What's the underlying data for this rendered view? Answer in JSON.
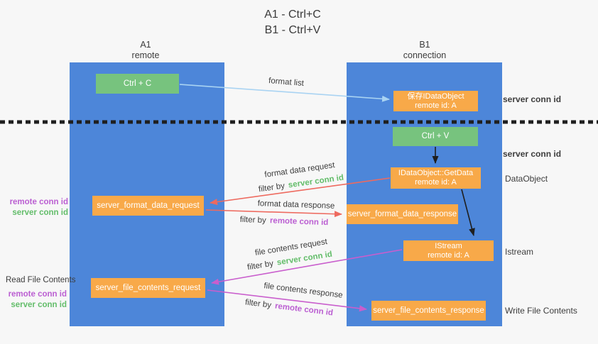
{
  "title": {
    "line1": "A1 - Ctrl+C",
    "line2": "B1 - Ctrl+V"
  },
  "lifelines": {
    "left": {
      "name": "A1",
      "role": "remote"
    },
    "right": {
      "name": "B1",
      "role": "connection"
    }
  },
  "boxes": {
    "ctrl_c": {
      "label": "Ctrl + C"
    },
    "save_dataobject": {
      "line1": "保存IDataObject",
      "line2": "remote id: A"
    },
    "ctrl_v": {
      "label": "Ctrl + V"
    },
    "getdata": {
      "line1": "IDataObject::GetData",
      "line2": "remote id: A"
    },
    "format_request": {
      "label": "server_format_data_request"
    },
    "format_response": {
      "label": "server_format_data_response"
    },
    "istream": {
      "line1": "IStream",
      "line2": "remote id: A"
    },
    "file_request": {
      "label": "server_file_contents_request"
    },
    "file_response": {
      "label": "server_file_contents_response"
    }
  },
  "arrows": {
    "format_list": {
      "label": "format list"
    },
    "format_data_request": {
      "label": "format data request",
      "filter_prefix": "filter by",
      "filter_key": "server conn id"
    },
    "format_data_response": {
      "label": "format data response",
      "filter_prefix": "filter by",
      "filter_key": "remote conn id"
    },
    "file_contents_request": {
      "label": "file contents request",
      "filter_prefix": "filter by",
      "filter_key": "server conn id"
    },
    "file_contents_response": {
      "label": "file contents response",
      "filter_prefix": "filter by",
      "filter_key": "remote conn id"
    }
  },
  "side_labels": {
    "server_conn_id_top": "server conn id",
    "server_conn_id_mid": "server conn id",
    "dataobject": "DataObject",
    "istream": "Istream",
    "write_file_contents": "Write File Contents",
    "read_file_contents": "Read File Contents",
    "format_pair": {
      "remote": "remote conn id",
      "server": "server conn id"
    },
    "file_pair": {
      "remote": "remote conn id",
      "server": "server conn id"
    }
  },
  "colors": {
    "lifeline_blue": "#4d86d9",
    "box_green": "#77c37e",
    "box_orange": "#f8a949",
    "arrow_lightblue": "#a9d3f2",
    "arrow_red": "#ee6a5f",
    "arrow_magenta": "#c95ecd",
    "arrow_black": "#1f1f1f",
    "text_green": "#63bd6a",
    "text_purple": "#bb5fd2",
    "text_dark": "#3d3d3d",
    "background": "#f7f7f7"
  }
}
